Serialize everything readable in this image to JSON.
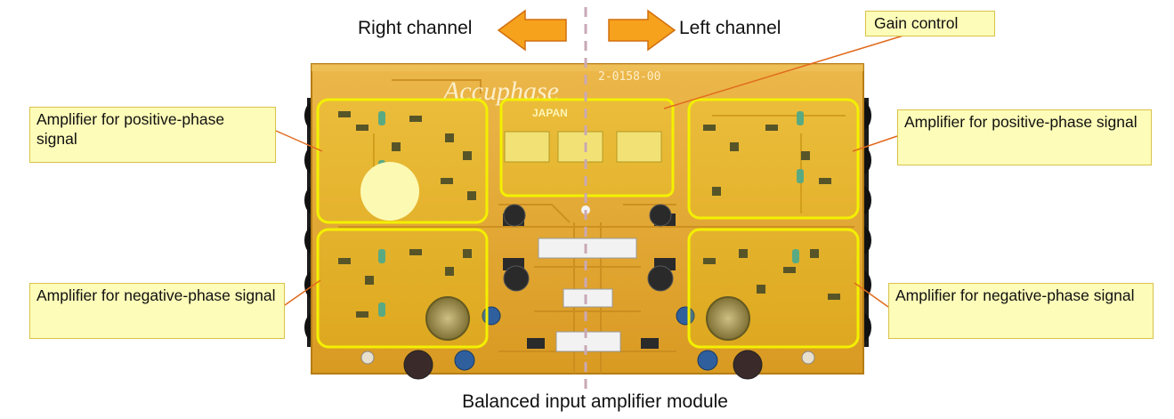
{
  "labels": {
    "right_channel": "Right channel",
    "left_channel": "Left channel",
    "gain_control": "Gain control",
    "amp_pos_left": "Amplifier for positive-phase signal",
    "amp_neg_left": "Amplifier for negative-phase signal",
    "amp_pos_right": "Amplifier for positive-phase signal",
    "amp_neg_right": "Amplifier for negative-phase signal",
    "caption": "Balanced input amplifier module"
  },
  "board": {
    "brand": "Accuphase",
    "part_no": "2-0158-00",
    "origin": "JAPAN"
  },
  "colors": {
    "board": "#e2a52e",
    "board_dark": "#b57d15",
    "highlight_outline": "#f3f000",
    "callout_fill": "#fdfcb8",
    "callout_border": "#d9c24a",
    "leader_line": "#e06a1c",
    "arrow_fill": "#f7a21c",
    "arrow_stroke": "#d06f0f",
    "divider": "#c9a8b5"
  }
}
